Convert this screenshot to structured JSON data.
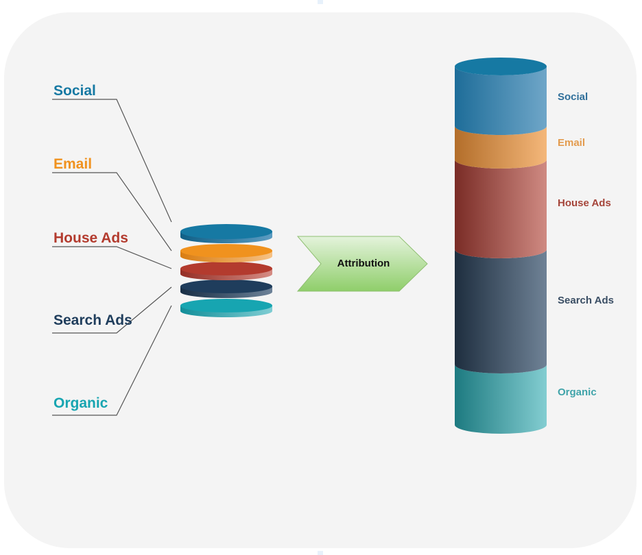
{
  "sources": [
    {
      "id": "social",
      "label": "Social",
      "color": "#1679a3"
    },
    {
      "id": "email",
      "label": "Email",
      "color": "#f0921e"
    },
    {
      "id": "house_ads",
      "label": "House Ads",
      "color": "#b33b2e"
    },
    {
      "id": "search_ads",
      "label": "Search Ads",
      "color": "#1f3d5c"
    },
    {
      "id": "organic",
      "label": "Organic",
      "color": "#17a5b1"
    }
  ],
  "process": {
    "label": "Attribution",
    "color": "#8fce6a"
  },
  "output": {
    "segments": [
      {
        "id": "social",
        "label": "Social",
        "color": "#2f6f9a"
      },
      {
        "id": "email",
        "label": "Email",
        "color": "#e39b4e"
      },
      {
        "id": "house_ads",
        "label": "House Ads",
        "color": "#a5453a"
      },
      {
        "id": "search_ads",
        "label": "Search Ads",
        "color": "#3a4e64"
      },
      {
        "id": "organic",
        "label": "Organic",
        "color": "#3fa3a9"
      }
    ]
  }
}
